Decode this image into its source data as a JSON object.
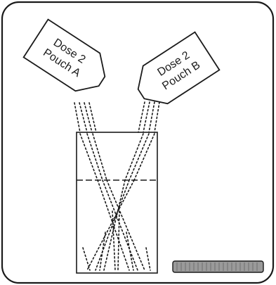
{
  "pouch_a": {
    "line1": "Dose 2",
    "line2": "Pouch A"
  },
  "pouch_b": {
    "line1": "Dose 2",
    "line2": "Pouch B"
  },
  "colors": {
    "stroke": "#1a1a1a",
    "background": "#ffffff",
    "fill_bar": "#9a9a9a"
  }
}
